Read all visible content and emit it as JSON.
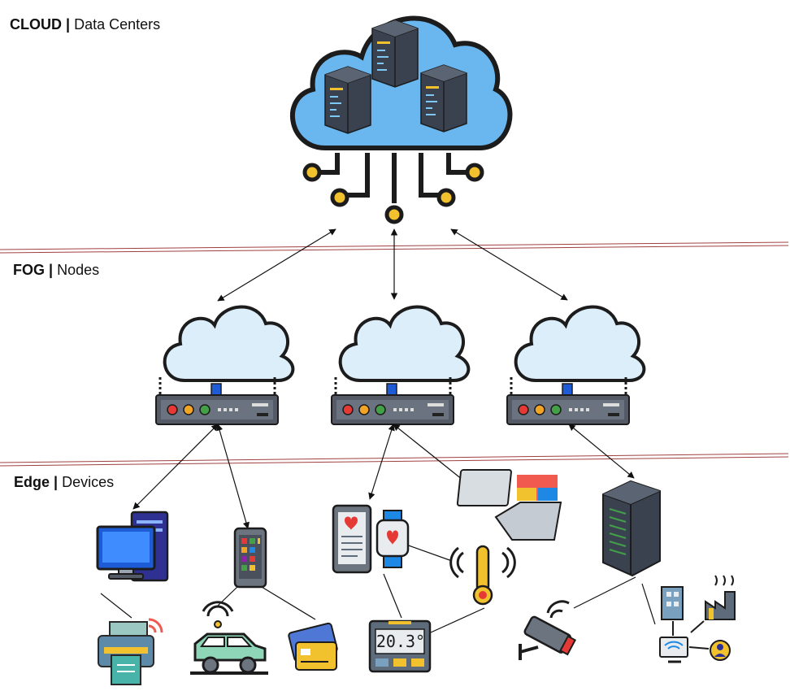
{
  "layers": {
    "cloud": {
      "title": "CLOUD",
      "separator": "|",
      "subtitle": "Data Centers"
    },
    "fog": {
      "title": "FOG",
      "separator": "|",
      "subtitle": "Nodes"
    },
    "edge": {
      "title": "Edge",
      "separator": "|",
      "subtitle": "Devices"
    }
  },
  "thermostat": {
    "reading": "20.3°"
  },
  "colors": {
    "cloud_fill": "#6ab7f0",
    "fog_cloud_fill": "#dceefa",
    "outline": "#1c1c1c",
    "separator": "#a04040",
    "node_accent": "#f2c12e",
    "server_body": "#3a4250",
    "router_body": "#545b66"
  },
  "icons": [
    "data-center-cloud-icon",
    "server-rack-icon",
    "fog-node-icon",
    "router-icon",
    "desktop-computer-icon",
    "printer-icon",
    "smartphone-icon",
    "connected-car-icon",
    "credit-card-icon",
    "health-tablet-icon",
    "smartwatch-icon",
    "thermometer-icon",
    "thermostat-icon",
    "laptop-icon",
    "edge-server-icon",
    "security-camera-icon",
    "smart-factory-icon"
  ]
}
